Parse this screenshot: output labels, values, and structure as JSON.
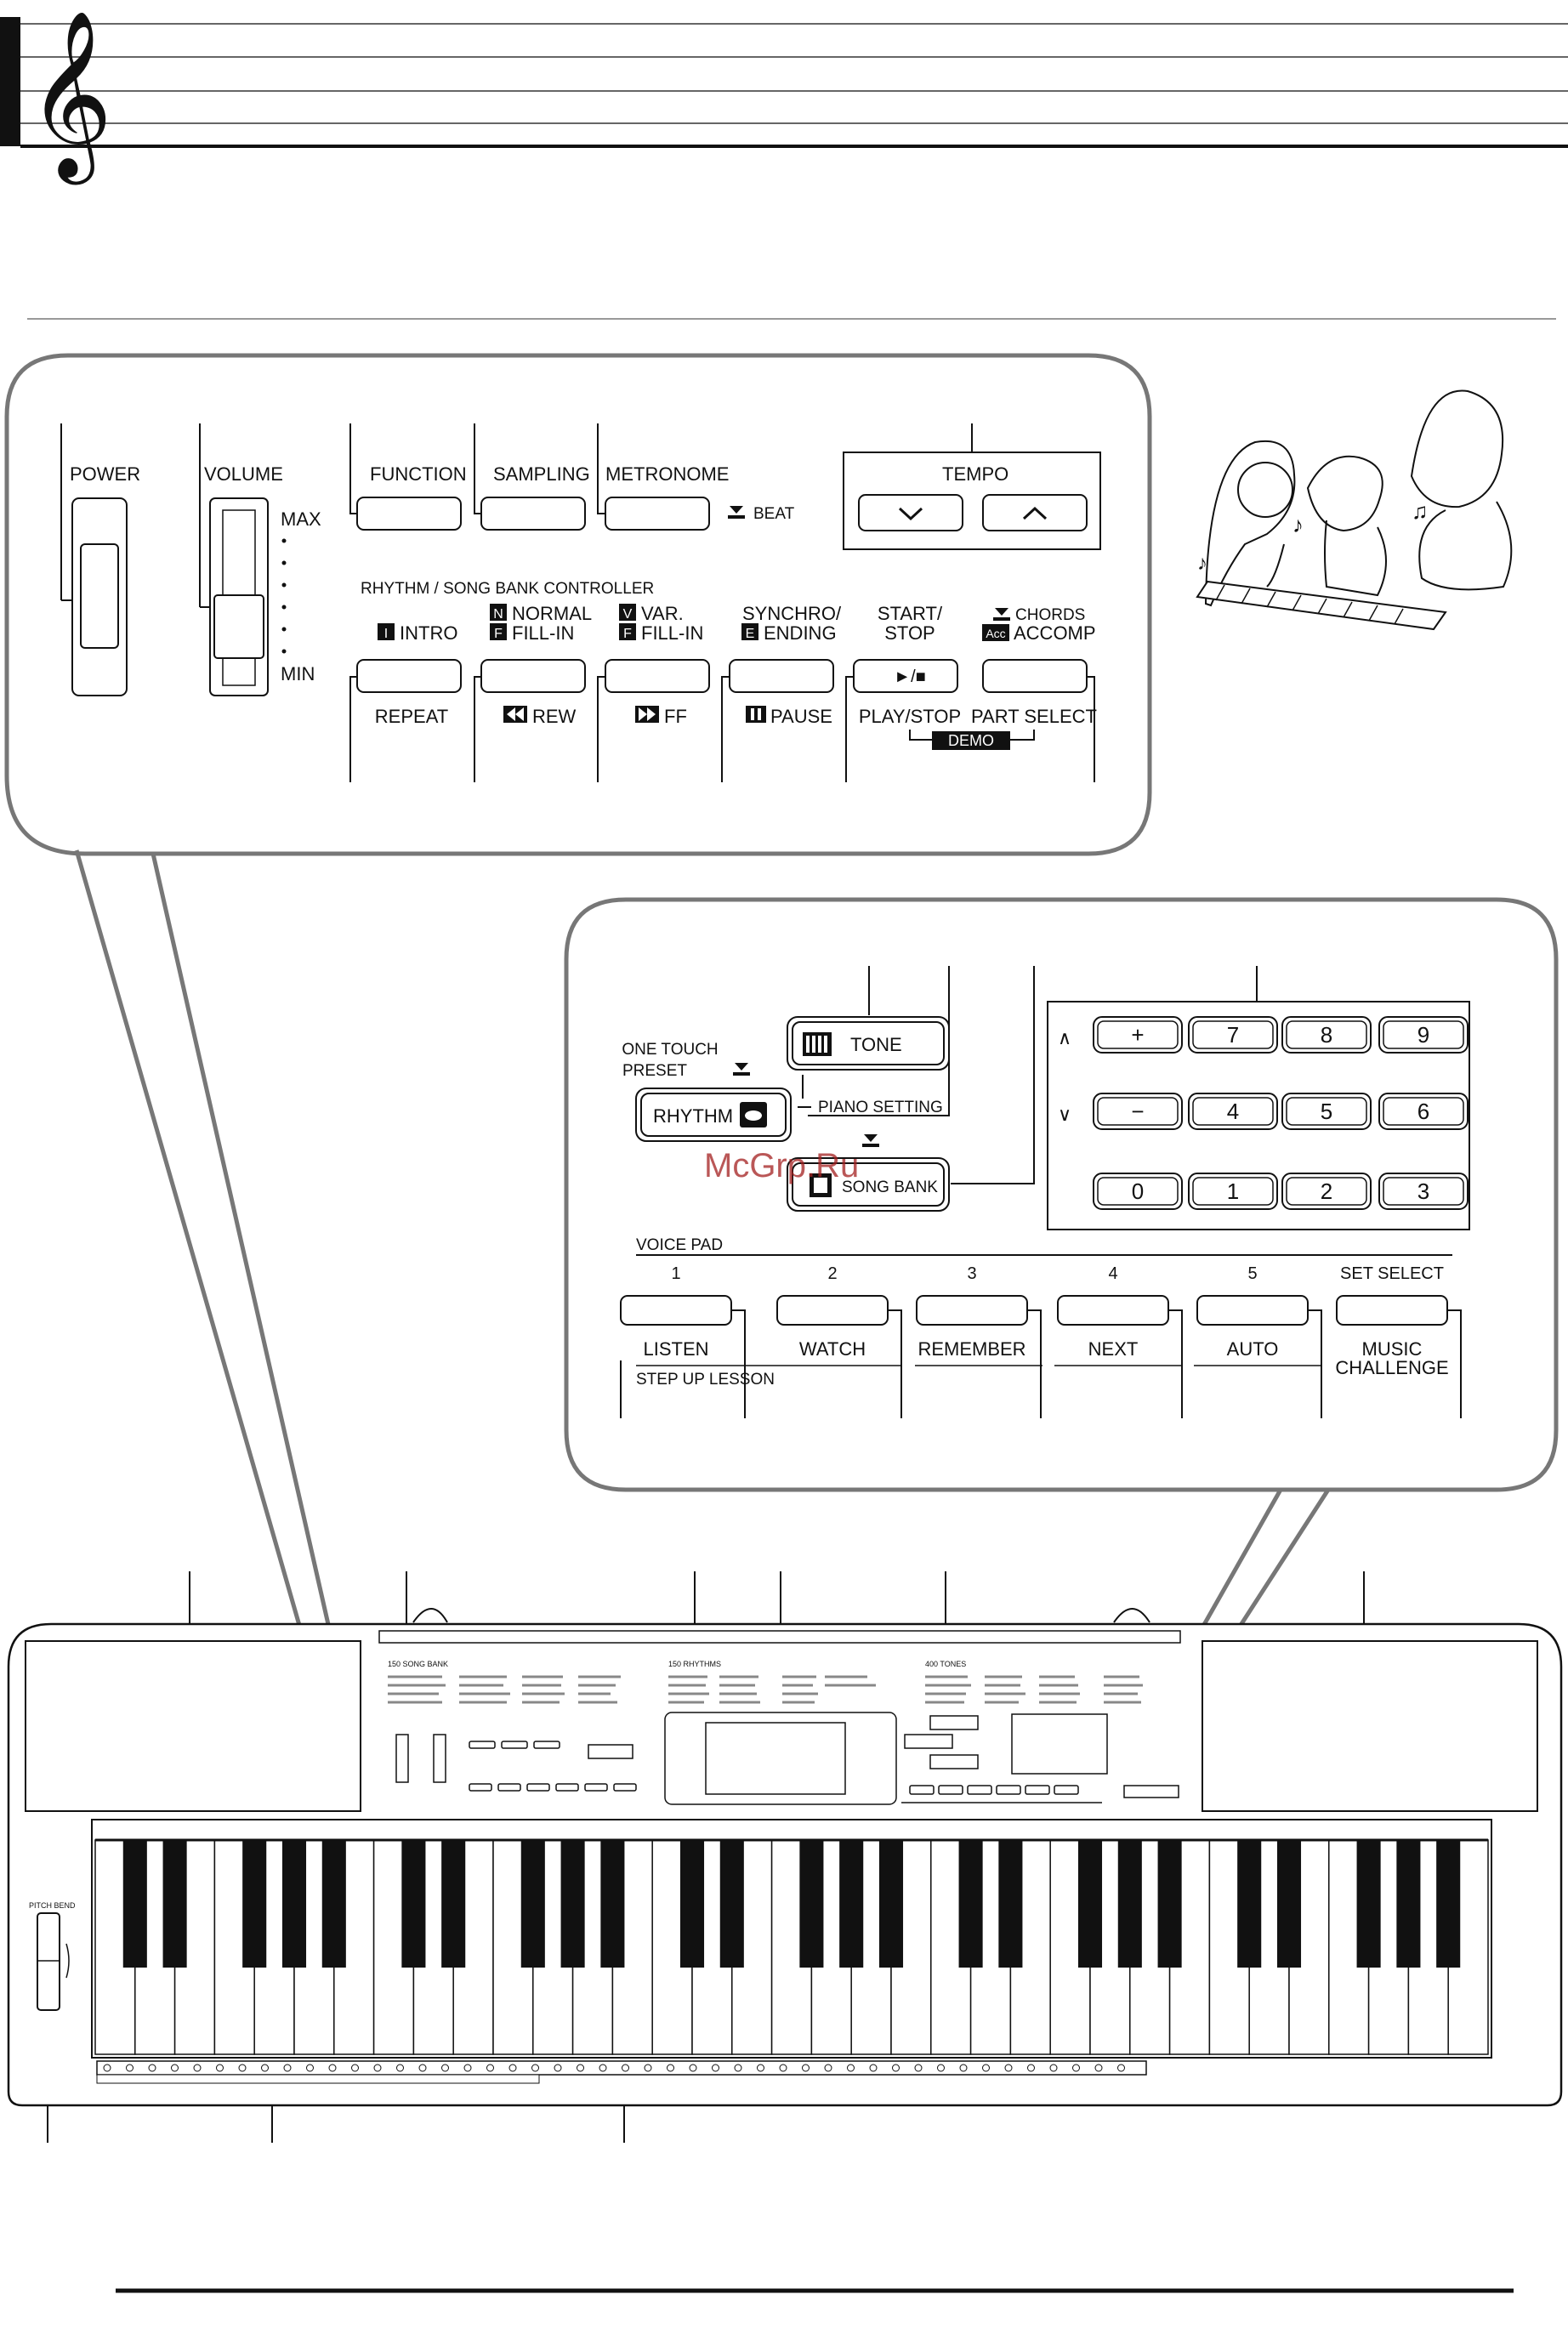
{
  "watermark": "McGrp.Ru",
  "panel_top": {
    "power": "POWER",
    "volume": "VOLUME",
    "vol_max": "MAX",
    "vol_min": "MIN",
    "function": "FUNCTION",
    "sampling": "SAMPLING",
    "metronome": "METRONOME",
    "beat": "BEAT",
    "tempo": "TEMPO",
    "controller_title": "RHYTHM / SONG BANK CONTROLLER",
    "intro_key": "I",
    "intro": "INTRO",
    "normal_key": "N",
    "normal": "NORMAL",
    "fill_key": "F",
    "fill_in": "FILL-IN",
    "var_key": "V",
    "var": "VAR.",
    "synchro": "SYNCHRO/",
    "ending_key": "E",
    "ending": "ENDING",
    "start": "START/",
    "stop": "STOP",
    "chords": "CHORDS",
    "acc_key": "Acc",
    "accomp": "ACCOMP",
    "play_symbol": "►/■",
    "repeat": "REPEAT",
    "rew": "REW",
    "ff": "FF",
    "pause": "PAUSE",
    "play_stop": "PLAY/STOP",
    "part_select": "PART SELECT",
    "demo": "DEMO"
  },
  "panel_mid": {
    "one_touch": "ONE TOUCH",
    "preset": "PRESET",
    "rhythm": "RHYTHM",
    "tone": "TONE",
    "piano_setting": "PIANO SETTING",
    "song_bank": "SONG BANK",
    "up": "∧",
    "down": "∨",
    "numpad_row1": [
      "+",
      "7",
      "8",
      "9"
    ],
    "numpad_row2": [
      "−",
      "4",
      "5",
      "6"
    ],
    "numpad_row3": [
      "0",
      "1",
      "2",
      "3"
    ],
    "voice_pad": "VOICE PAD",
    "pad_numbers": [
      "1",
      "2",
      "3",
      "4",
      "5",
      "SET SELECT"
    ],
    "lessons": [
      "LISTEN",
      "WATCH",
      "REMEMBER",
      "NEXT",
      "AUTO",
      "MUSIC"
    ],
    "challenge": "CHALLENGE",
    "step_up": "STEP UP LESSON"
  },
  "keyboard": {
    "song_bank_list": "150 SONG BANK",
    "rhythm_list": "150 RHYTHMS",
    "tone_list": "400 TONES",
    "pitch_bend": "PITCH BEND"
  }
}
